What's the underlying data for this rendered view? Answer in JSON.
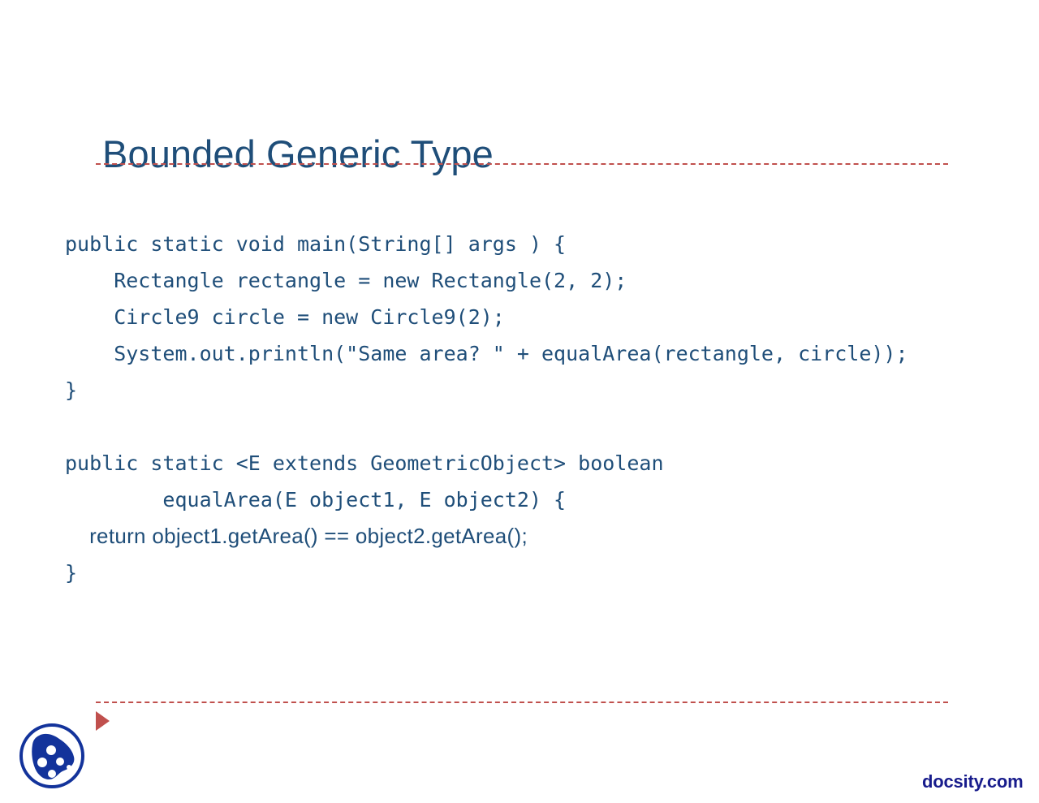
{
  "slide": {
    "title": "Bounded Generic Type",
    "title_color": "#1F4E79",
    "rule_color": "#C0504D",
    "background": "#FFFFFF"
  },
  "code": {
    "text_color": "#1F4E79",
    "lines": [
      {
        "text": "public static void main(String[] args ) {",
        "style": "mono"
      },
      {
        "text": "    Rectangle rectangle = new Rectangle(2, 2);",
        "style": "mono"
      },
      {
        "text": "    Circle9 circle = new Circle9(2);",
        "style": "mono"
      },
      {
        "text": "    System.out.println(\"Same area? \" + equalArea(rectangle, circle));",
        "style": "mono"
      },
      {
        "text": "}",
        "style": "mono"
      },
      {
        "text": " ",
        "style": "blank"
      },
      {
        "text": "public static <E extends GeometricObject> boolean",
        "style": "mono"
      },
      {
        "text": "        equalArea(E object1, E object2) {",
        "style": "mono"
      },
      {
        "text": "    return object1.getArea() == object2.getArea();",
        "style": "prop"
      },
      {
        "text": "}",
        "style": "mono"
      }
    ]
  },
  "footer": {
    "brand": "docsity.com",
    "brand_color": "#181C8C",
    "triangle_color": "#C0504D",
    "logo_color": "#13339B"
  }
}
